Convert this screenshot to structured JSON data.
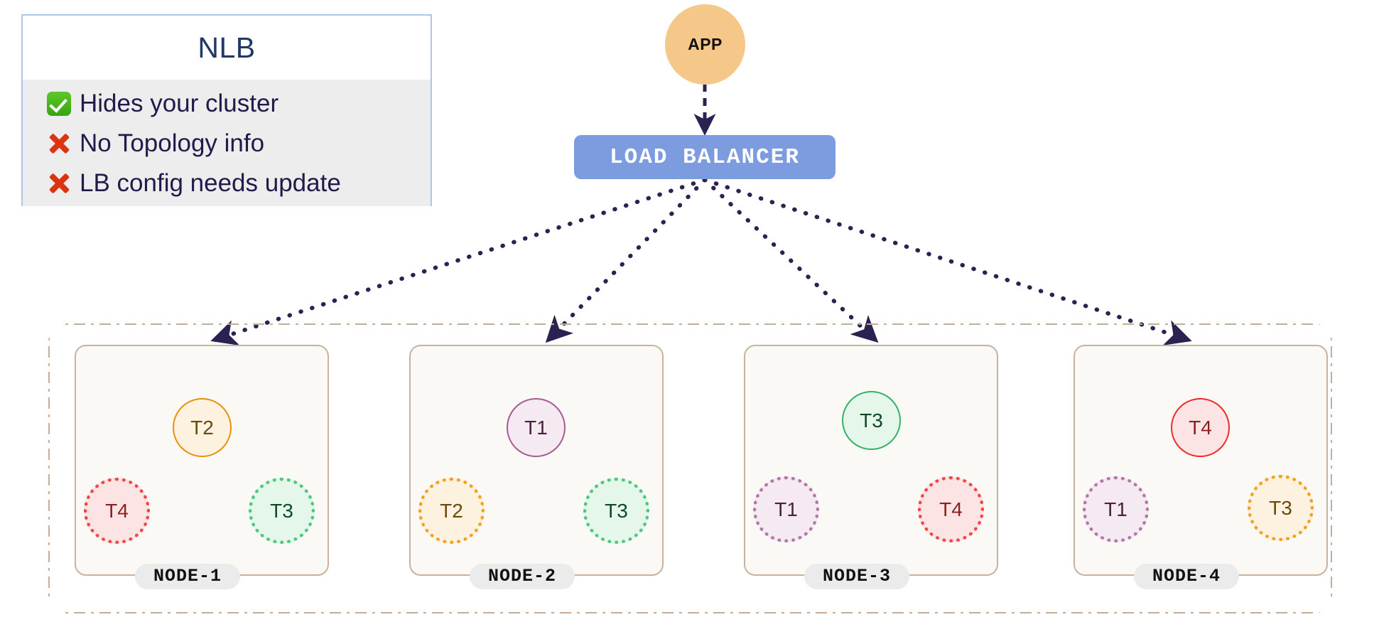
{
  "legend": {
    "title": "NLB",
    "items": [
      {
        "mark": "check-icon",
        "mark_type": "check",
        "label": "Hides your cluster"
      },
      {
        "mark": "cross-icon",
        "mark_type": "cross",
        "label": "No Topology info"
      },
      {
        "mark": "cross-icon",
        "mark_type": "cross",
        "label": "LB config needs update"
      }
    ],
    "border_color": "#aec7e8",
    "title_color": "#1f3864",
    "list_background": "#ededed",
    "text_color": "#221a4a",
    "check_color": "#36a312",
    "cross_color": "#dd3311"
  },
  "app": {
    "label": "APP",
    "fill": "#f5c889",
    "text_color": "#111111"
  },
  "load_balancer": {
    "label": "LOAD  BALANCER",
    "fill": "#7d9ce0",
    "text_color": "#ffffff"
  },
  "connector": {
    "arrow_color": "#2a2250",
    "app_to_lb_style": "dashed",
    "lb_to_node_style": "dotted"
  },
  "cluster": {
    "border_color": "#c6ad99",
    "border_style": "dash-dot",
    "node_fill": "#fbf9f6",
    "node_border": "#c9b2a0",
    "label_pill_fill": "#ebebeb"
  },
  "nodes": [
    {
      "label": "NODE-1",
      "primary": {
        "label": "T2",
        "color": "orange",
        "state": "solid"
      },
      "replicas": [
        {
          "label": "T4",
          "color": "red",
          "state": "dotted",
          "position": "bottom-left"
        },
        {
          "label": "T3",
          "color": "green",
          "state": "dotted",
          "position": "bottom-right"
        }
      ]
    },
    {
      "label": "NODE-2",
      "primary": {
        "label": "T1",
        "color": "purple",
        "state": "solid"
      },
      "replicas": [
        {
          "label": "T2",
          "color": "orange",
          "state": "dotted",
          "position": "bottom-left"
        },
        {
          "label": "T3",
          "color": "green",
          "state": "dotted",
          "position": "bottom-right"
        }
      ]
    },
    {
      "label": "NODE-3",
      "primary": {
        "label": "T3",
        "color": "green",
        "state": "solid"
      },
      "replicas": [
        {
          "label": "T1",
          "color": "purple",
          "state": "dotted",
          "position": "bottom-left"
        },
        {
          "label": "T4",
          "color": "red",
          "state": "dotted",
          "position": "bottom-right"
        }
      ]
    },
    {
      "label": "NODE-4",
      "primary": {
        "label": "T4",
        "color": "red",
        "state": "solid"
      },
      "replicas": [
        {
          "label": "T1",
          "color": "purple",
          "state": "dotted",
          "position": "bottom-left"
        },
        {
          "label": "T3",
          "color": "orange",
          "state": "dotted",
          "position": "bottom-right"
        }
      ]
    }
  ]
}
